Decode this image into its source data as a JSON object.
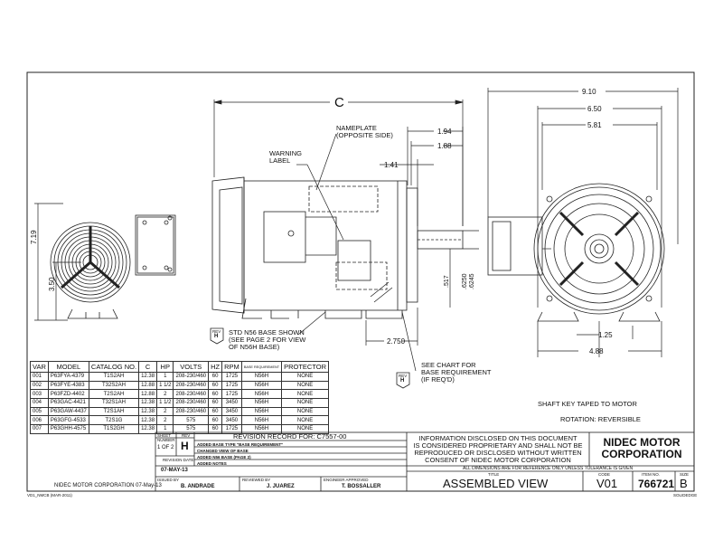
{
  "dims": {
    "overall_c": "C",
    "overall_width": "9.10",
    "bolt_width": "6.50",
    "face_width": "5.81",
    "shaft_1": "1.94",
    "shaft_2": "1.88",
    "shaft_3": "1.41",
    "height": "7.19",
    "center_height": "3.50",
    "d517": ".517",
    "d6250": ".6250",
    "d6245": ".6245",
    "d2750": "2.750",
    "d125": "1.25",
    "d488": "4.88"
  },
  "callouts": {
    "nameplate": [
      "NAMEPLATE",
      "(OPPOSITE SIDE)"
    ],
    "warning": [
      "WARNING",
      "LABEL"
    ],
    "base": [
      "STD N56 BASE SHOWN",
      "(SEE PAGE 2 FOR VIEW",
      "OF N56H BASE)"
    ],
    "chart": [
      "SEE CHART FOR",
      "BASE REQUIREMENT",
      "(IF REQ'D)"
    ],
    "rev_tag": "REV",
    "rev_letter": "H",
    "shaft_key": "SHAFT KEY TAPED TO MOTOR",
    "rotation": "ROTATION:  REVERSIBLE"
  },
  "table": {
    "headers": [
      "VAR",
      "MODEL",
      "CATALOG NO.",
      "C",
      "HP",
      "VOLTS",
      "HZ",
      "RPM",
      "BASE REQUIREMENT",
      "PROTECTOR"
    ],
    "rows": [
      [
        "001",
        "P63FYA-4379",
        "T1S2AH",
        "12.38",
        "1",
        "208-230/460",
        "60",
        "1725",
        "N56H",
        "NONE"
      ],
      [
        "002",
        "P63FYE-4383",
        "T32S2AH",
        "12.88",
        "1 1/2",
        "208-230/460",
        "60",
        "1725",
        "N56H",
        "NONE"
      ],
      [
        "003",
        "P63FZD-4402",
        "T2S2AH",
        "12.88",
        "2",
        "208-230/460",
        "60",
        "1725",
        "N56H",
        "NONE"
      ],
      [
        "004",
        "P63GAC-4421",
        "T32S1AH",
        "12.38",
        "1 1/2",
        "208-230/460",
        "60",
        "3450",
        "N56H",
        "NONE"
      ],
      [
        "005",
        "P63GAW-4437",
        "T2S1AH",
        "12.38",
        "2",
        "208-230/460",
        "60",
        "3450",
        "N56H",
        "NONE"
      ],
      [
        "006",
        "P63GFG-4533",
        "T2S1G",
        "12.38",
        "2",
        "575",
        "60",
        "3450",
        "N56H",
        "NONE"
      ],
      [
        "007",
        "P63GHH-4575",
        "T1S2GH",
        "12.38",
        "1",
        "575",
        "60",
        "1725",
        "N56H",
        "NONE"
      ]
    ]
  },
  "revision": {
    "header": "REVISION RECORD FOR: C7557-00",
    "sheet_label": "SHEET NUMBER",
    "sheet": "1 OF 2",
    "rev_label": "REV",
    "rev": "H",
    "rev_date_label": "REVISION DATE",
    "date": "07-MAY-13",
    "notes": [
      "ADDED BASE TYPE \"BASE REQUIREMENT\"",
      "CHANGED VIEW OF BASE",
      "ADDED N56 BASE (PAGE 2)",
      "ADDED NOTES"
    ],
    "issued_by_label": "ISSUED BY",
    "issued_by": "B. ANDRADE",
    "reviewed_by_label": "REVIEWED BY",
    "reviewed_by": "J. JUAREZ",
    "engineer_label": "ENGINEER APPROVED",
    "engineer": "T. BOSSALLER"
  },
  "info": {
    "disclosure": [
      "INFORMATION DISCLOSED ON THIS DOCUMENT",
      "IS CONSIDERED PROPRIETARY AND SHALL NOT BE",
      "REPRODUCED OR DISCLOSED WITHOUT WRITTEN",
      "CONSENT OF NIDEC MOTOR CORPORATION"
    ],
    "company": [
      "NIDEC MOTOR",
      "CORPORATION"
    ],
    "tolerance": "ALL DIMENSIONS ARE FOR REFERENCE ONLY UNLESS TOLERANCE IS GIVEN",
    "title_label": "TITLE",
    "title": "ASSEMBLED VIEW",
    "code_label": "CODE",
    "code": "V01",
    "item_label": "ITEM NO.",
    "item": "766721",
    "size_label": "SIZE",
    "size": "B",
    "solidedge": "SOLIDEDGE"
  },
  "footer": {
    "corp": "NIDEC MOTOR CORPORATION 07-May-13",
    "form": "VD1_NMCB (MAR-2011)"
  }
}
